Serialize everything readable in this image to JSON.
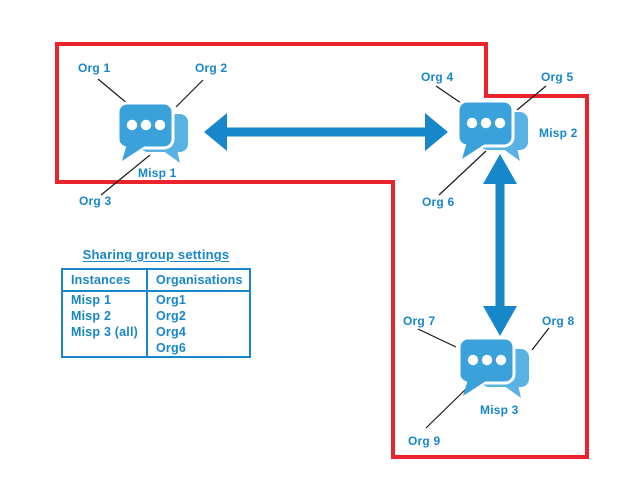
{
  "colors": {
    "accent_blue": "#1787c9",
    "icon_blue": "#3aa1da",
    "icon_blue_light": "#58b2e4",
    "boundary_red": "#e9242c",
    "connector_black": "#1a1a1a",
    "background": "#ffffff"
  },
  "diagram": {
    "instances": [
      {
        "name": "Misp 1",
        "orgs": [
          "Org 1",
          "Org 2",
          "Org 3"
        ]
      },
      {
        "name": "Misp 2",
        "orgs": [
          "Org 4",
          "Org 5",
          "Org 6"
        ]
      },
      {
        "name": "Misp 3",
        "orgs": [
          "Org 7",
          "Org 8",
          "Org 9"
        ]
      }
    ],
    "connections": [
      {
        "from": "Misp 1",
        "to": "Misp 2",
        "bidirectional": true
      },
      {
        "from": "Misp 2",
        "to": "Misp 3",
        "bidirectional": true
      }
    ]
  },
  "sharing_table": {
    "title": "Sharing group settings",
    "columns": [
      "Instances",
      "Organisations"
    ],
    "rows": [
      [
        "Misp 1",
        "Org1"
      ],
      [
        "Misp 2",
        "Org2"
      ],
      [
        "Misp 3 (all)",
        "Org4"
      ],
      [
        "",
        "Org6"
      ]
    ]
  }
}
